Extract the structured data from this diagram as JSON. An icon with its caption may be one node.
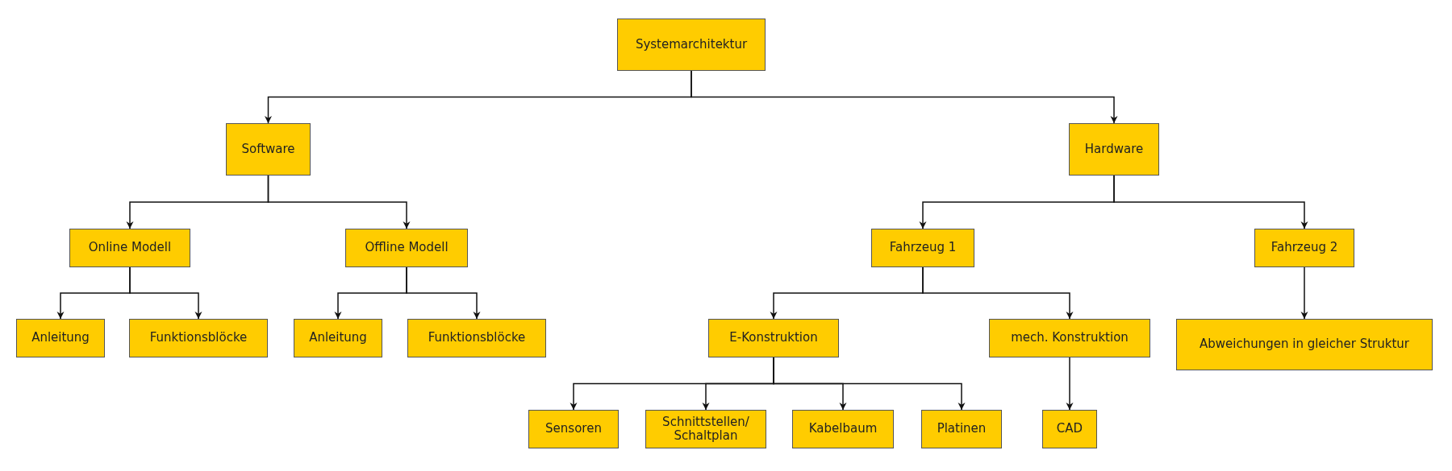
{
  "diagram": {
    "nodes": [
      {
        "text": [
          "Systemarchitektur"
        ]
      },
      {
        "text": [
          "Software"
        ]
      },
      {
        "text": [
          "Hardware"
        ]
      },
      {
        "text": [
          "Online Modell"
        ]
      },
      {
        "text": [
          "Offline Modell"
        ]
      },
      {
        "text": [
          "Fahrzeug 1"
        ]
      },
      {
        "text": [
          "Fahrzeug 2"
        ]
      },
      {
        "text": [
          "Anleitung"
        ]
      },
      {
        "text": [
          "Funktionsblöcke"
        ]
      },
      {
        "text": [
          "Anleitung"
        ]
      },
      {
        "text": [
          "Funktionsblöcke"
        ]
      },
      {
        "text": [
          "E-Konstruktion"
        ]
      },
      {
        "text": [
          "mech. Konstruktion"
        ]
      },
      {
        "text": [
          "Abweichungen in gleicher Struktur"
        ]
      },
      {
        "text": [
          "Sensoren"
        ]
      },
      {
        "text": [
          "Schnittstellen/ Schaltplan"
        ]
      },
      {
        "text": [
          "Kabelbaum"
        ]
      },
      {
        "text": [
          "Platinen"
        ]
      },
      {
        "text": [
          "CAD"
        ]
      }
    ],
    "edges": [
      {
        "from": 0,
        "to": 1,
        "arrow": "to"
      },
      {
        "from": 0,
        "to": 2,
        "arrow": "to"
      },
      {
        "from": 1,
        "to": 3,
        "arrow": "to"
      },
      {
        "from": 1,
        "to": 4,
        "arrow": "to"
      },
      {
        "from": 2,
        "to": 5,
        "arrow": "to"
      },
      {
        "from": 2,
        "to": 6,
        "arrow": "to"
      },
      {
        "from": 3,
        "to": 7,
        "arrow": "to"
      },
      {
        "from": 3,
        "to": 8,
        "arrow": "to"
      },
      {
        "from": 4,
        "to": 9,
        "arrow": "to"
      },
      {
        "from": 4,
        "to": 10,
        "arrow": "to"
      },
      {
        "from": 5,
        "to": 11,
        "arrow": "to"
      },
      {
        "from": 5,
        "to": 12,
        "arrow": "to"
      },
      {
        "from": 6,
        "to": 13,
        "arrow": "to"
      },
      {
        "from": 11,
        "to": 14,
        "arrow": "to"
      },
      {
        "from": 11,
        "to": 15,
        "arrow": "to"
      },
      {
        "from": 11,
        "to": 16,
        "arrow": "to"
      },
      {
        "from": 11,
        "to": 17,
        "arrow": "to"
      },
      {
        "from": 12,
        "to": 18,
        "arrow": "to"
      }
    ]
  }
}
